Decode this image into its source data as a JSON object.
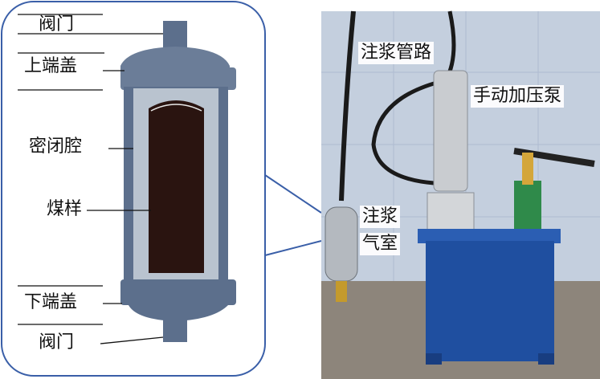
{
  "diagram": {
    "labels": {
      "valve_top": "阀门",
      "top_cap": "上端盖",
      "sealed_chamber": "密闭腔",
      "coal_sample": "煤样",
      "bottom_cap": "下端盖",
      "valve_bottom": "阀门"
    }
  },
  "photo": {
    "labels": {
      "grout_pipe": "注浆管路",
      "hand_pump": "手动加压泵",
      "grout_chamber_line1": "注浆",
      "grout_chamber_line2": "气室"
    }
  },
  "colors": {
    "frame": "#3a5fa8",
    "vessel": "#5c6f8c",
    "vessel_light": "#b9c3cf",
    "sample": "#2a1410",
    "photo_bg": "#c4cfde",
    "pump_box": "#1f4fa0"
  }
}
